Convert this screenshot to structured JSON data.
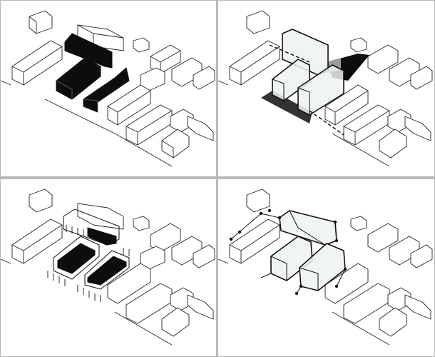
{
  "panels": [
    {
      "id": "panel-1",
      "subject": "solid-volumes"
    },
    {
      "id": "panel-2",
      "subject": "translucent-volumes-with-dashed-axis"
    },
    {
      "id": "panel-3",
      "subject": "landscaped-volumes-with-trees"
    },
    {
      "id": "panel-4",
      "subject": "faceted-volumes-with-node-connections"
    }
  ],
  "colors": {
    "solid": "#0d0d0d",
    "glass": "#eef3f0",
    "line": "#222222",
    "divider": "#b8b8b8",
    "background": "#ffffff"
  }
}
